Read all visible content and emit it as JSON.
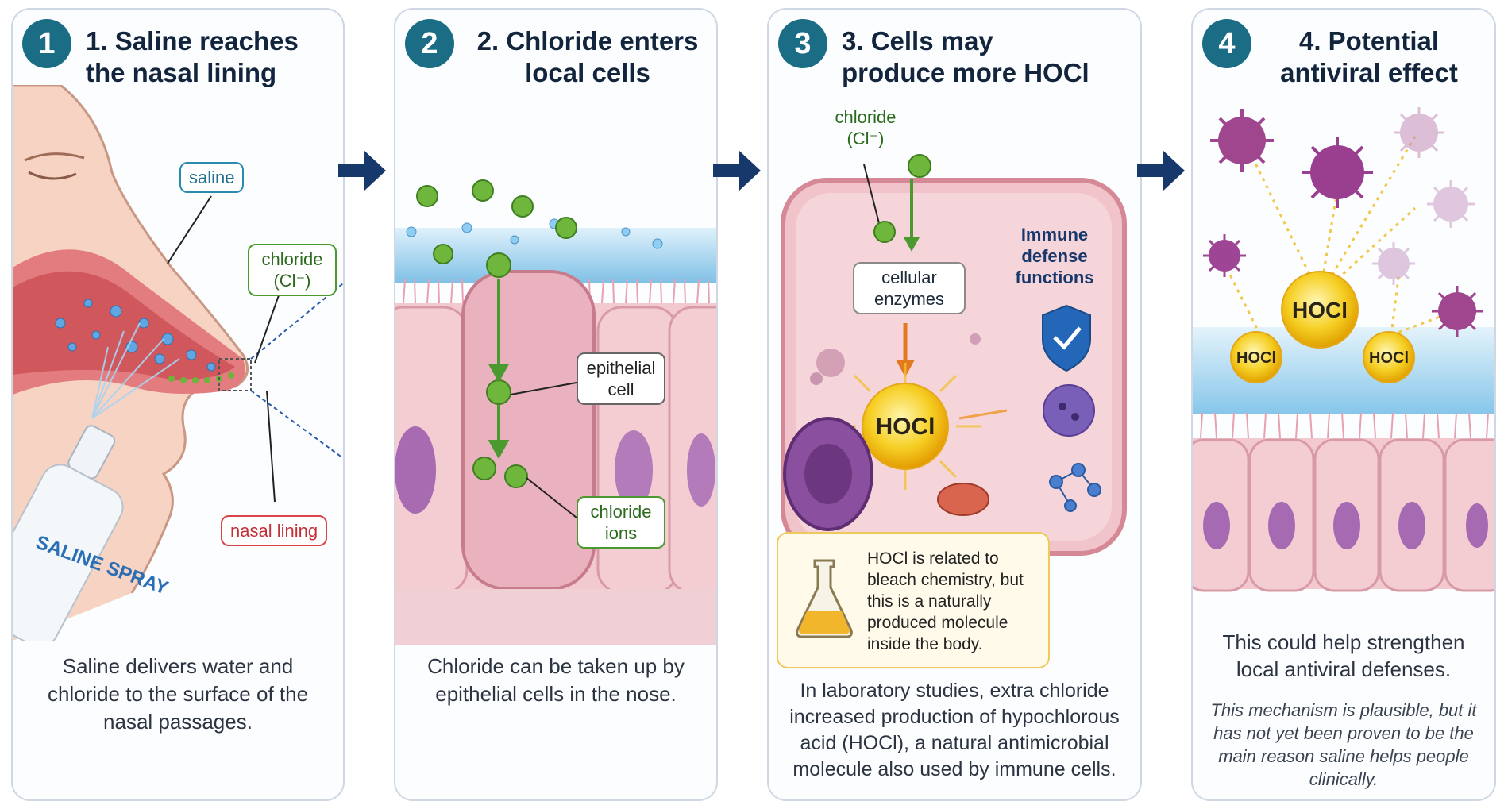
{
  "panels": [
    {
      "number": "1",
      "title": "1. Saline reaches the nasal lining",
      "labels": {
        "saline": "saline",
        "chloride": "chloride (Cl⁻)",
        "nasal_lining": "nasal lining",
        "spray": "SALINE SPRAY"
      },
      "caption": "Saline delivers water and chloride to the surface of the nasal passages."
    },
    {
      "number": "2",
      "title": "2. Chloride enters local cells",
      "labels": {
        "epithelial_cell": "epithelial cell",
        "chloride_ions": "chloride ions"
      },
      "caption": "Chloride can be taken up by epithelial cells in the nose."
    },
    {
      "number": "3",
      "title": "3. Cells may produce more HOCl",
      "labels": {
        "chloride": "chloride (Cl⁻)",
        "enzymes": "cellular enzymes",
        "hocl": "HOCl",
        "immune": "Immune defense functions"
      },
      "info": "HOCl is related to bleach chemistry, but this is a naturally produced molecule inside the body.",
      "caption": "In laboratory studies, extra chloride increased production of hypochlorous acid (HOCl), a natural antimicrobial molecule also used by immune cells."
    },
    {
      "number": "4",
      "title": "4. Potential antiviral effect",
      "labels": {
        "hocl_main": "HOCl",
        "hocl_left": "HOCl",
        "hocl_right": "HOCl"
      },
      "caption": "This could help strengthen local antiviral defenses.",
      "note": "This mechanism is plausible, but it has not yet been proven to be the main reason saline helps people clinically."
    }
  ],
  "colors": {
    "accent": "#1a6d84",
    "arrow": "#17386b",
    "chloride": "#4a9a2f",
    "saline": "#2a8ab0",
    "lining": "#d9434a",
    "hocl": "#f2c31a"
  }
}
